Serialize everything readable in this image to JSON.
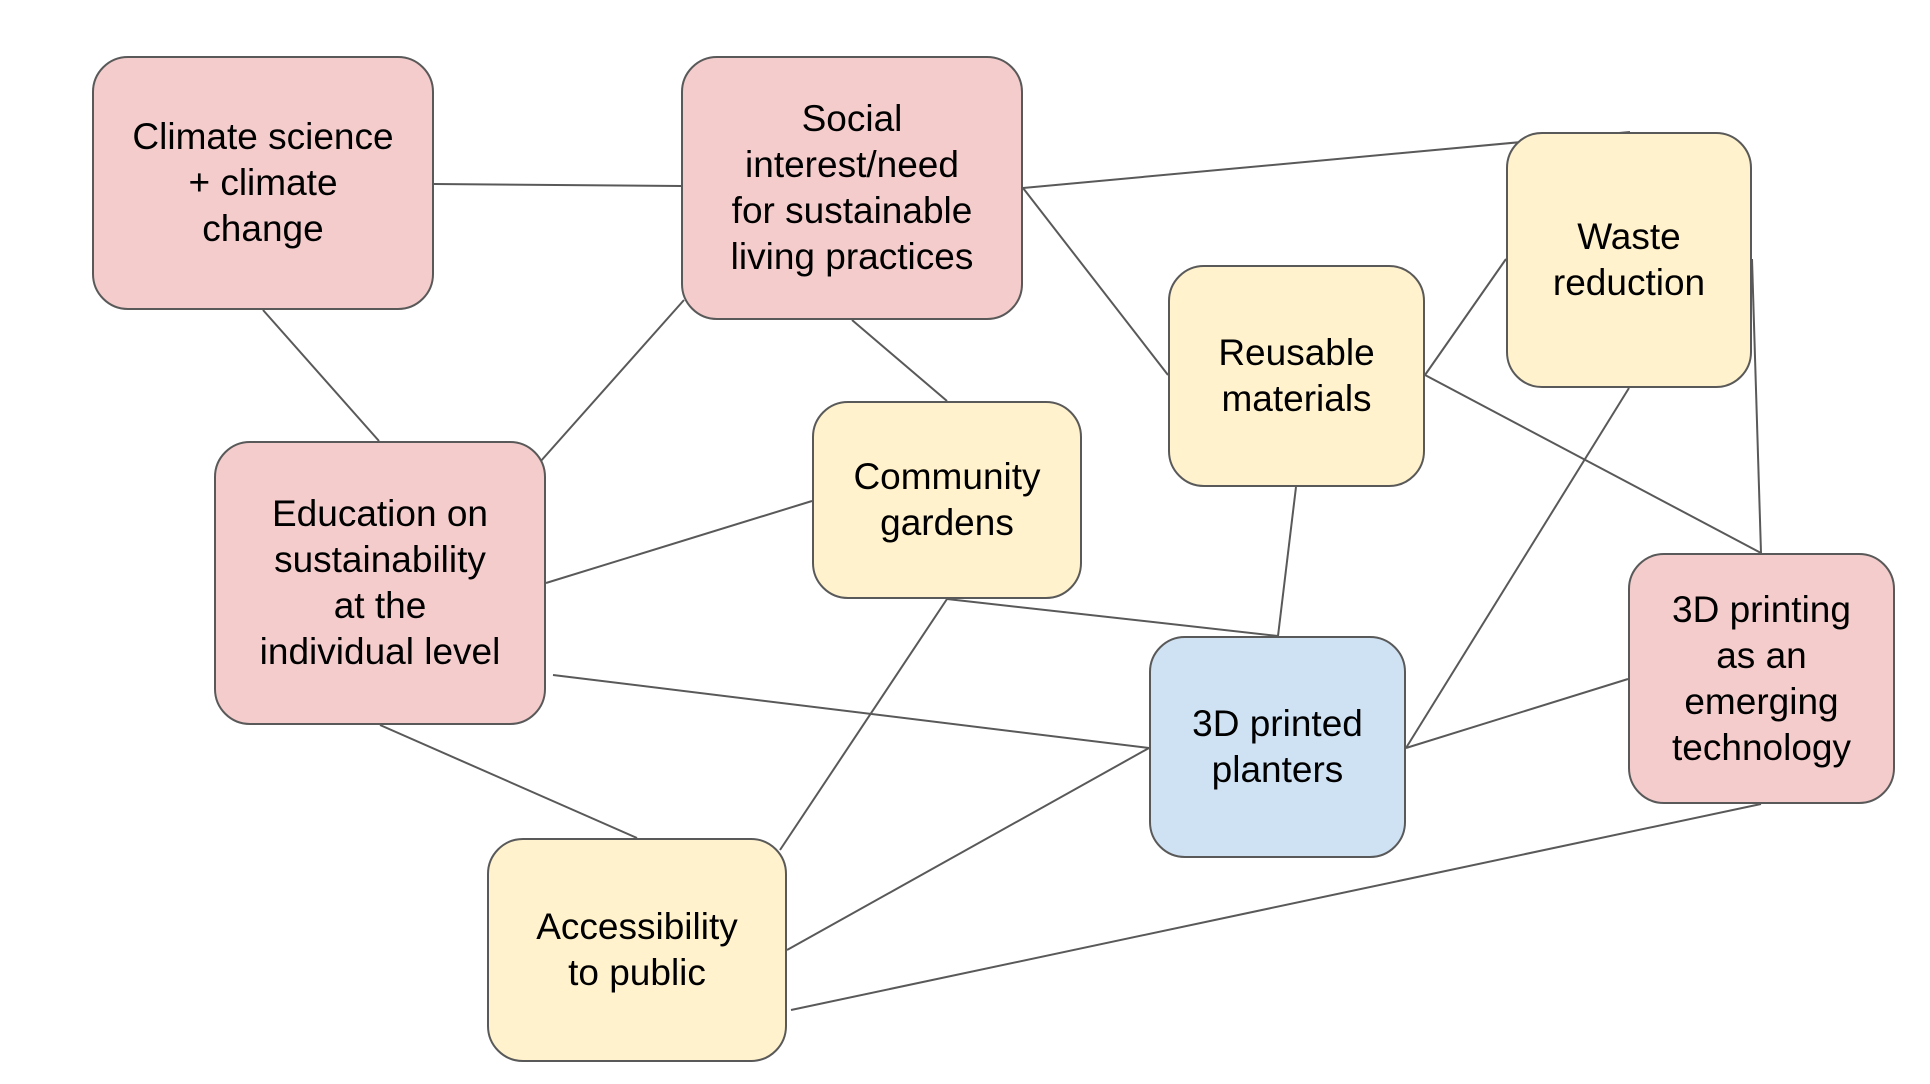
{
  "colors": {
    "pink": "#f4cccc",
    "yellow": "#fff2cc",
    "blue": "#cfe2f3",
    "border": "#595959"
  },
  "nodes": [
    {
      "id": "climate-science",
      "label": "Climate science\n+ climate\nchange",
      "color": "pink"
    },
    {
      "id": "social-interest",
      "label": "Social\ninterest/need\nfor sustainable\nliving practices",
      "color": "pink"
    },
    {
      "id": "waste-reduction",
      "label": "Waste\nreduction",
      "color": "yellow"
    },
    {
      "id": "reusable-materials",
      "label": "Reusable\nmaterials",
      "color": "yellow"
    },
    {
      "id": "community-gardens",
      "label": "Community\ngardens",
      "color": "yellow"
    },
    {
      "id": "education",
      "label": "Education on\nsustainability\nat the\nindividual level",
      "color": "pink"
    },
    {
      "id": "3d-printing-tech",
      "label": "3D printing\nas an\nemerging\ntechnology",
      "color": "pink"
    },
    {
      "id": "3d-printed-planters",
      "label": "3D printed\nplanters",
      "color": "blue"
    },
    {
      "id": "accessibility",
      "label": "Accessibility\nto public",
      "color": "yellow"
    }
  ],
  "edges": [
    [
      "climate-science",
      "social-interest"
    ],
    [
      "climate-science",
      "education"
    ],
    [
      "social-interest",
      "education"
    ],
    [
      "social-interest",
      "community-gardens"
    ],
    [
      "social-interest",
      "waste-reduction"
    ],
    [
      "social-interest",
      "reusable-materials"
    ],
    [
      "reusable-materials",
      "waste-reduction"
    ],
    [
      "reusable-materials",
      "3d-printing-tech"
    ],
    [
      "reusable-materials",
      "3d-printed-planters"
    ],
    [
      "waste-reduction",
      "3d-printing-tech"
    ],
    [
      "waste-reduction",
      "3d-printed-planters"
    ],
    [
      "3d-printing-tech",
      "3d-printed-planters"
    ],
    [
      "3d-printing-tech",
      "accessibility"
    ],
    [
      "education",
      "community-gardens"
    ],
    [
      "education",
      "3d-printed-planters"
    ],
    [
      "education",
      "accessibility"
    ],
    [
      "community-gardens",
      "3d-printed-planters"
    ],
    [
      "community-gardens",
      "accessibility"
    ],
    [
      "accessibility",
      "3d-printed-planters"
    ]
  ]
}
